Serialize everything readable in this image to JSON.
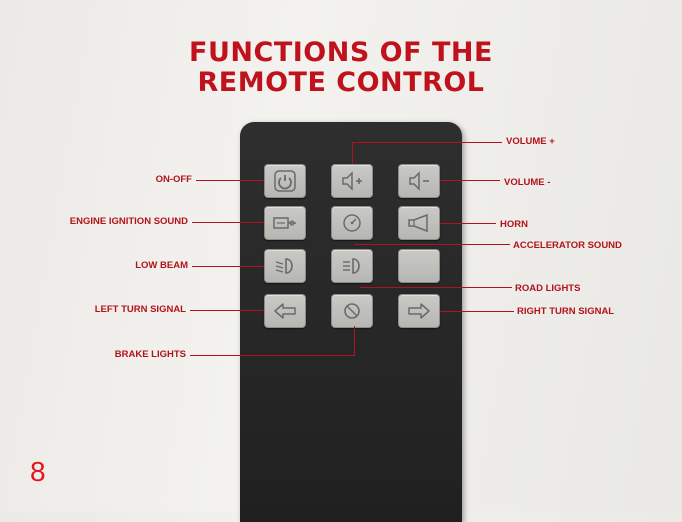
{
  "heading": {
    "line1": "FUNCTIONS OF THE",
    "line2": "REMOTE CONTROL"
  },
  "labels": {
    "on_off": "ON-OFF",
    "engine_ignition_sound": "ENGINE IGNITION SOUND",
    "low_beam": "LOW BEAM",
    "left_turn_signal": "LEFT TURN SIGNAL",
    "brake_lights": "BRAKE LIGHTS",
    "volume_plus": "VOLUME +",
    "volume_minus": "VOLUME -",
    "horn": "HORN",
    "accelerator_sound": "ACCELERATOR SOUND",
    "road_lights": "ROAD LIGHTS",
    "right_turn_signal": "RIGHT TURN SIGNAL"
  },
  "page_number": "8",
  "colors": {
    "accent_red": "#c0121c",
    "remote_body": "#2a2a2a",
    "button_gray": "#c0c0bd"
  },
  "icons": [
    "power-icon",
    "speaker-plus-icon",
    "speaker-minus-icon",
    "engine-key-icon",
    "speedometer-icon",
    "horn-icon",
    "low-beam-icon",
    "road-lights-icon",
    "left-arrow-icon",
    "brake-icon",
    "right-arrow-icon"
  ]
}
